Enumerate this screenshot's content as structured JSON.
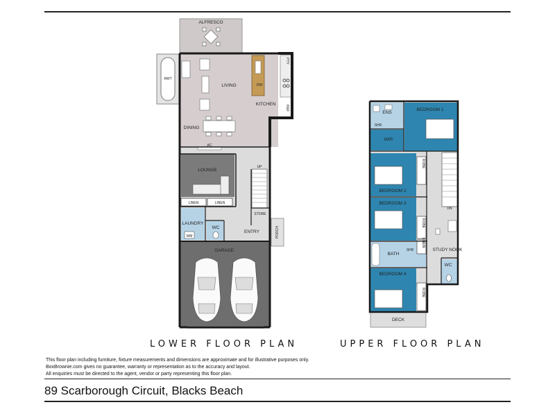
{
  "lower": {
    "title": "LOWER FLOOR PLAN",
    "rooms": {
      "alfresco": "ALFRESCO",
      "rwt": "RWT",
      "living": "LIVING",
      "kitchen": "KITCHEN",
      "dining": "DINING",
      "dw": "DW",
      "pty": "PTY",
      "ref": "REF",
      "ac": "AC",
      "lounge": "LOUNGE",
      "up": "UP",
      "linen1": "LINEN",
      "linen2": "LINEN",
      "store": "STORE",
      "laundry": "LAUNDRY",
      "wm": "WM",
      "wc": "WC",
      "entry": "ENTRY",
      "porch": "PORCH",
      "garage": "GARAGE"
    }
  },
  "upper": {
    "title": "UPPER FLOOR PLAN",
    "rooms": {
      "ens": "ENS",
      "shr1": "SHR",
      "wir": "WIR",
      "bed1": "BEDROOM 1",
      "bed2": "BEDROOM 2",
      "robe2": "ROBE",
      "bed3": "BEDROOM 3",
      "robe3": "ROBE",
      "linen": "LINEN",
      "bath": "BATH",
      "shr2": "SHR",
      "study": "STUDY NOOK",
      "wc": "WC",
      "dn": "DN",
      "bed4": "BEDROOM 4",
      "robe4": "ROBE",
      "deck": "DECK"
    }
  },
  "disclaimer": [
    "This floor plan including furniture, fixture measurements and dimensions are approximate and for illustrative purposes only.",
    "BoxBrownie.com gives no guarantee, warranty or representation as to the accuracy and layout.",
    "All enquiries must be directed to the agent, vendor or party representing this floor plan."
  ],
  "address": "89 Scarborough Circuit, Blacks Beach",
  "colors": {
    "bedroom": "#2e86b0",
    "wet": "#b6d3e6",
    "lounge": "#7b7b7b",
    "living": "#d6cece",
    "hall": "#dcdcdc",
    "garage": "#6e6e6e",
    "wall": "#1a1a1a"
  }
}
